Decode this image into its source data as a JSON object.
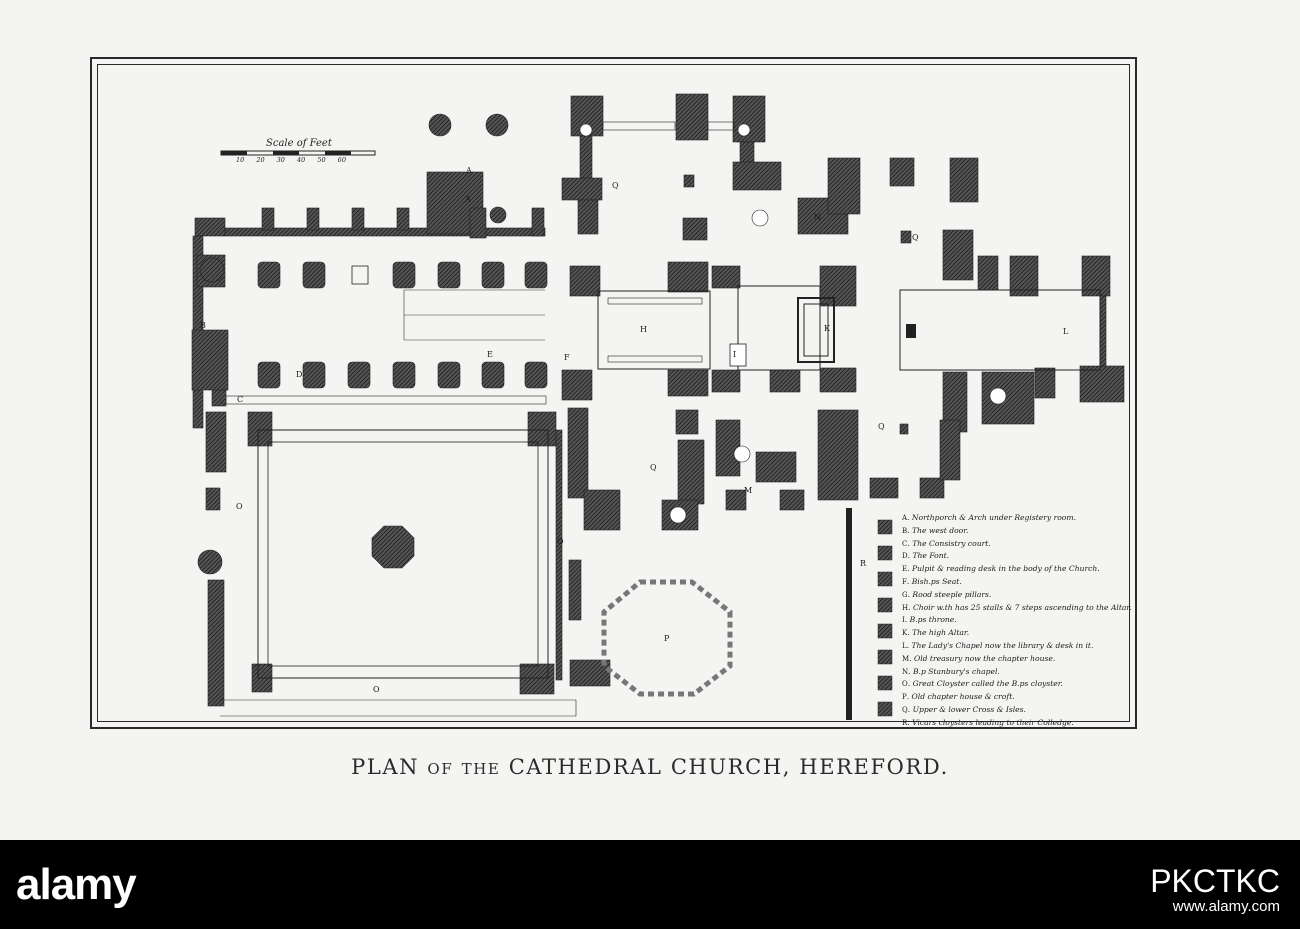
{
  "title": "PLAN of the CATHEDRAL CHURCH, HEREFORD.",
  "scale": {
    "label": "Scale of Feet",
    "ticks": "10 20 30 40 50 60"
  },
  "map_letters": [
    "A",
    "A",
    "Q",
    "N",
    "Q",
    "B",
    "H",
    "K",
    "L",
    "L",
    "E",
    "D",
    "F",
    "I",
    "C",
    "Q",
    "Q",
    "M",
    "O",
    "O",
    "R",
    "P",
    "O"
  ],
  "legend": [
    {
      "key": "A",
      "text": "Northporch & Arch under Registery room."
    },
    {
      "key": "B",
      "text": "The west door."
    },
    {
      "key": "C",
      "text": "The Consistry court."
    },
    {
      "key": "D",
      "text": "The Font."
    },
    {
      "key": "E",
      "text": "Pulpit & reading desk in the body of the Church."
    },
    {
      "key": "F",
      "text": "Bish.ps Seat."
    },
    {
      "key": "G",
      "text": "Rood steeple pillars."
    },
    {
      "key": "H",
      "text": "Choir w.th has 25 stalls & 7 steps ascending to the Altar."
    },
    {
      "key": "I",
      "text": "B.ps throne."
    },
    {
      "key": "K",
      "text": "The high Altar."
    },
    {
      "key": "L",
      "text": "The Lady's Chapel now the library & desk in it."
    },
    {
      "key": "M",
      "text": "Old treasury now the chapter house."
    },
    {
      "key": "N",
      "text": "B.p Stanbury's chapel."
    },
    {
      "key": "O",
      "text": "Great Cloyster called the B.ps cloyster."
    },
    {
      "key": "P",
      "text": "Old chapter house & croft."
    },
    {
      "key": "Q",
      "text": "Upper & lower Cross & Isles."
    },
    {
      "key": "R",
      "text": "Vicars cloysters leading to their Colledge."
    }
  ],
  "footer": {
    "logo": "alamy",
    "code": "PKCTKC",
    "url": "www.alamy.com"
  }
}
